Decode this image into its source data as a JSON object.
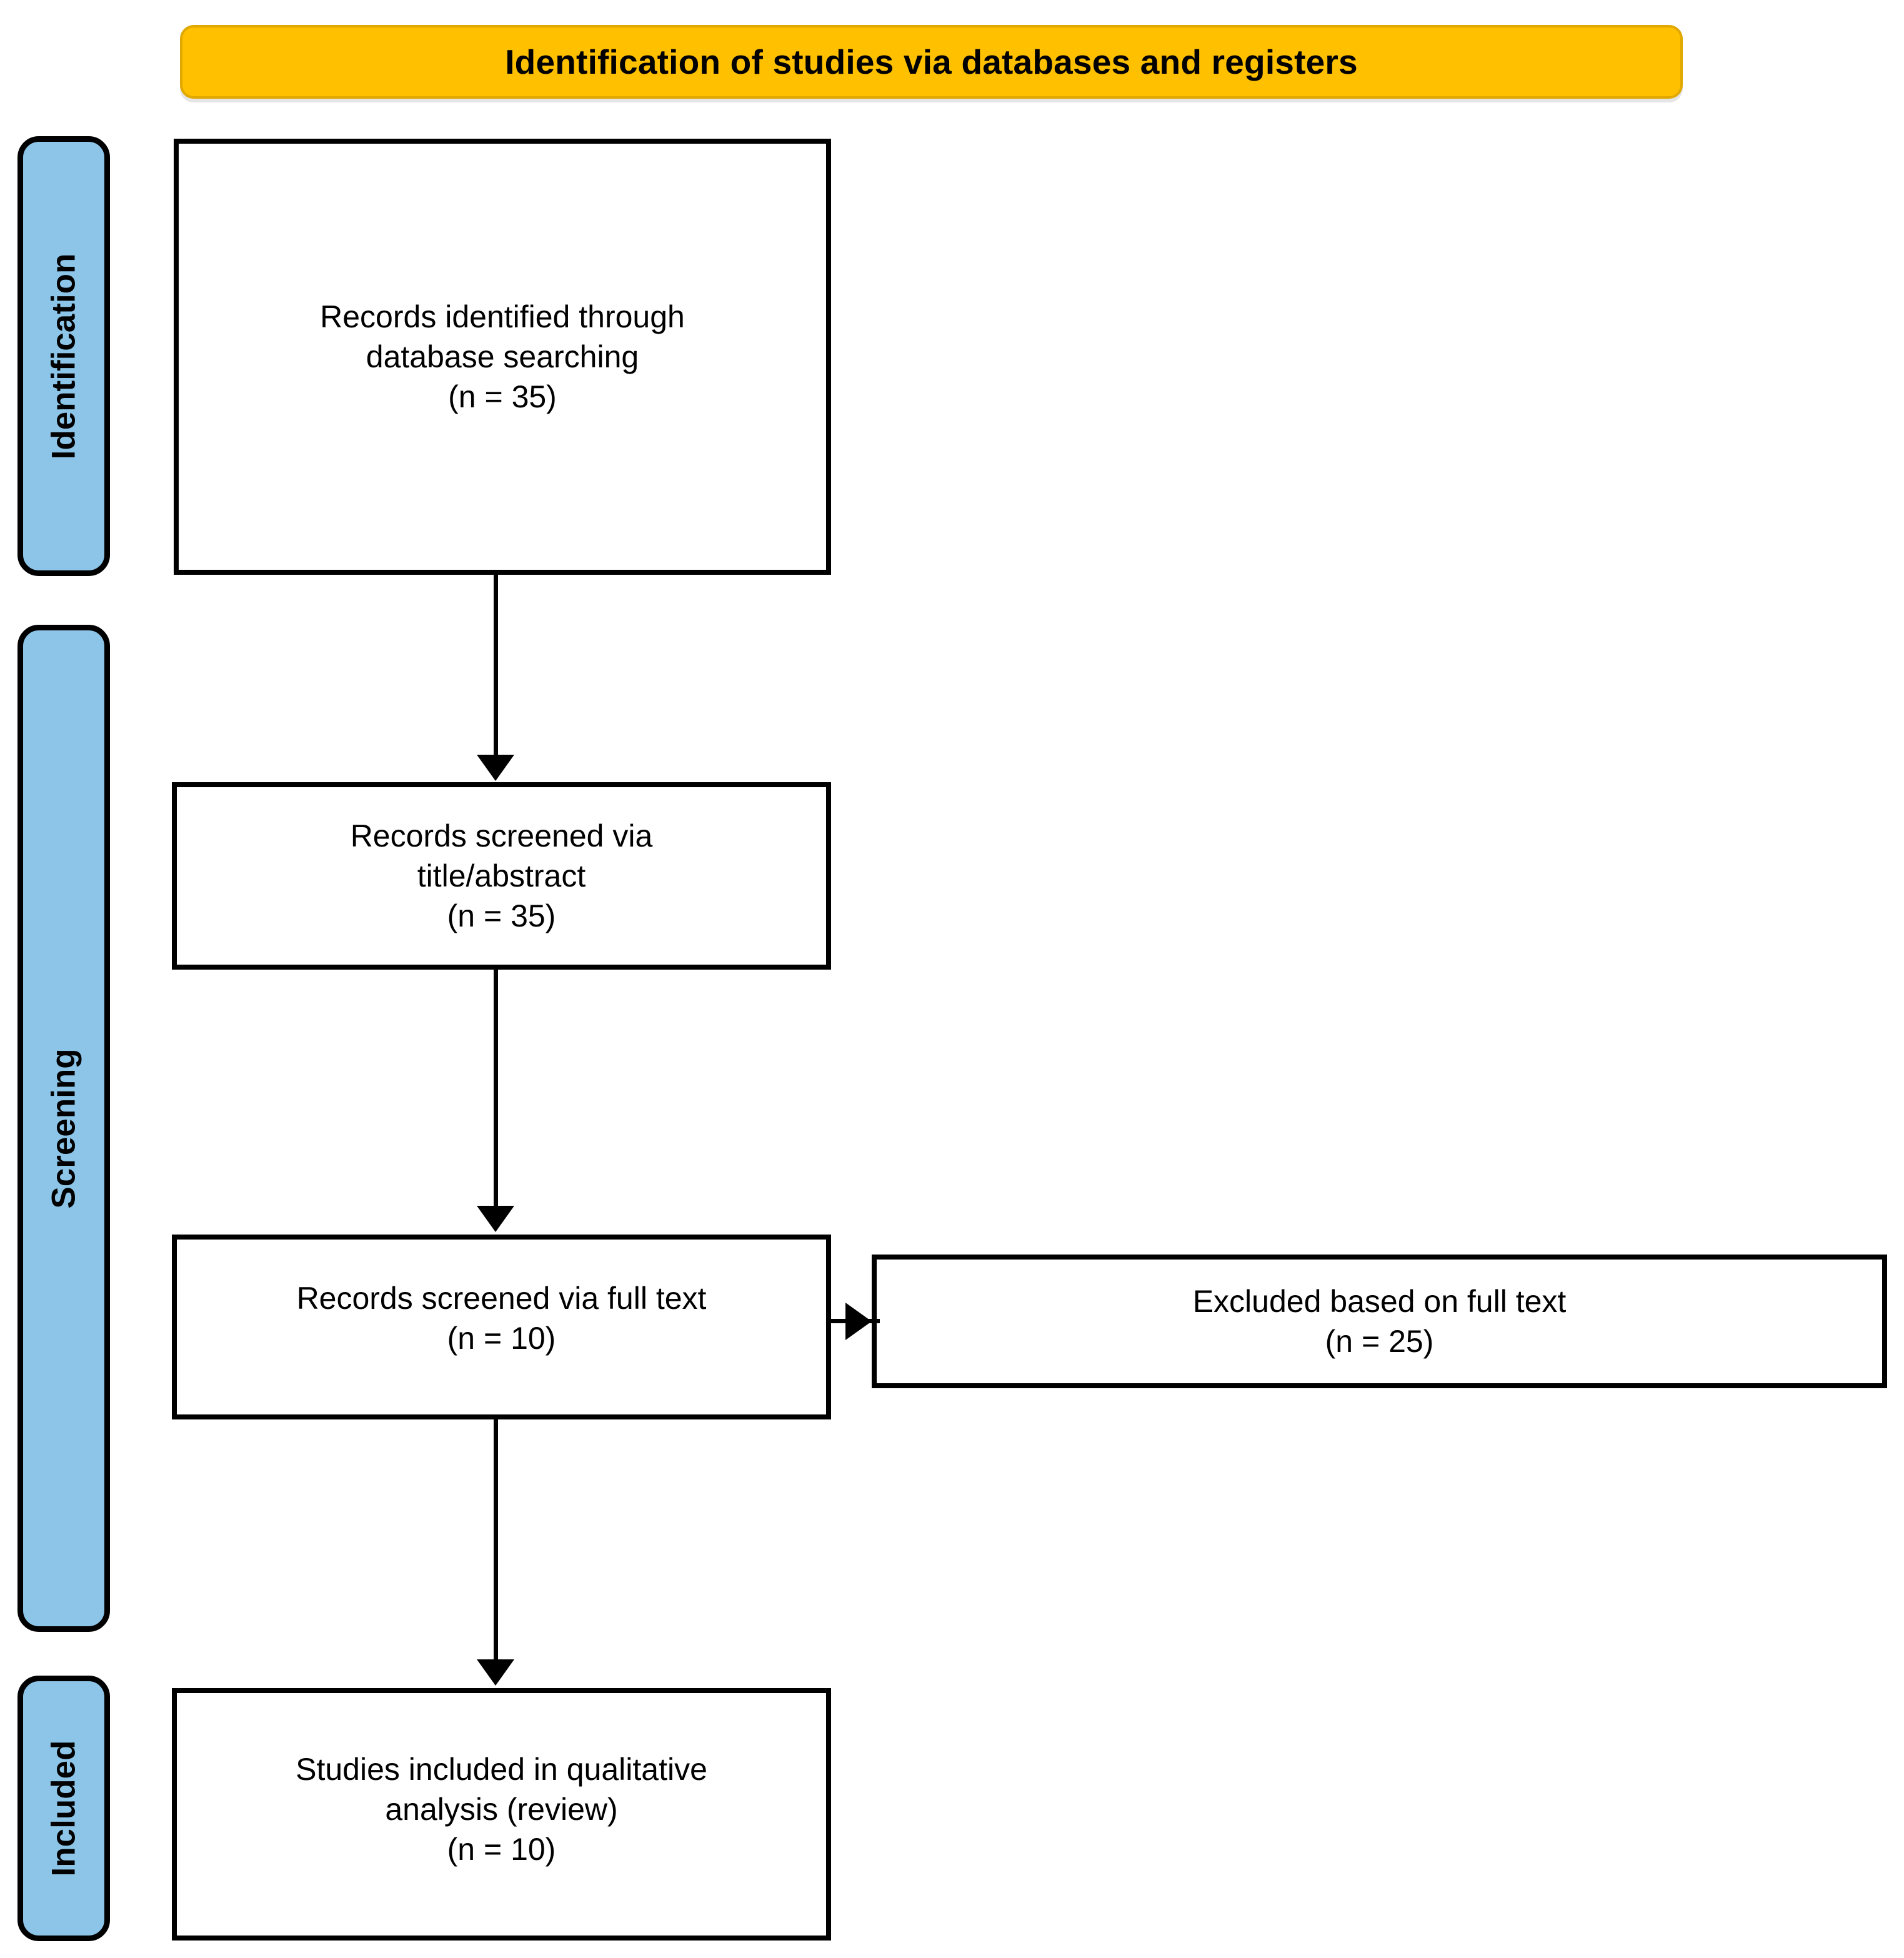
{
  "diagram": {
    "title": "Identification of studies via databases and registers",
    "phases": [
      {
        "id": "identification",
        "label": "Identification"
      },
      {
        "id": "screening",
        "label": "Screening"
      },
      {
        "id": "included",
        "label": "Included"
      }
    ],
    "boxes": {
      "identified": {
        "line1": "Records identified through",
        "line2": "database searching",
        "count": "(n = 35)"
      },
      "screened_title_abstract": {
        "line1": "Records screened via",
        "line2": "title/abstract",
        "count": "(n = 35)"
      },
      "screened_full_text": {
        "line1": "Records screened via full text",
        "count": "(n = 10)"
      },
      "excluded_full_text": {
        "line1": "Excluded based on full text",
        "count": "(n = 25)"
      },
      "included_qualitative": {
        "line1": "Studies included in qualitative",
        "line2": "analysis (review)",
        "count": "(n = 10)"
      }
    },
    "colors": {
      "banner": "#FFC000",
      "phase_sidebar": "#8CC5E8",
      "box_border": "#000000",
      "box_fill": "#FFFFFF",
      "text": "#000000"
    }
  }
}
